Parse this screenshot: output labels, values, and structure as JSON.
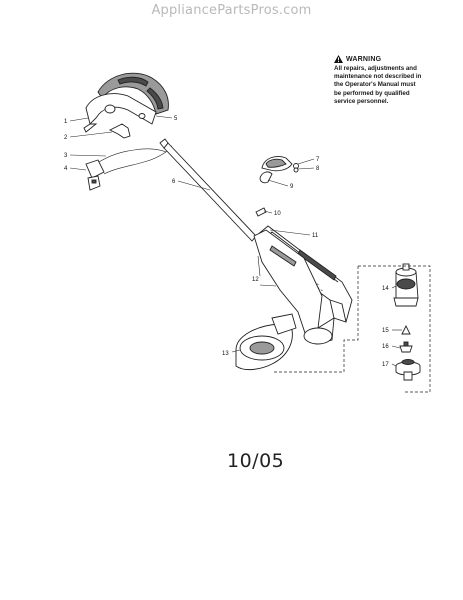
{
  "watermark": "AppliancePartsPros.com",
  "warning": {
    "icon": "warning-triangle-icon",
    "title": "WARNING",
    "lines": [
      "All repairs, adjustments and",
      "maintenance not described in",
      "the Operator's Manual must",
      "be performed by qualified",
      "service personnel."
    ]
  },
  "revision": "10/05",
  "callouts": {
    "c1": "1",
    "c2": "2",
    "c3": "3",
    "c4": "4",
    "c5": "5",
    "c6": "6",
    "c7": "7",
    "c8": "8",
    "c9": "9",
    "c10": "10",
    "c11": "11",
    "c12": "12",
    "c13": "13",
    "c14": "14",
    "c15": "15",
    "c16": "16",
    "c17": "17"
  }
}
